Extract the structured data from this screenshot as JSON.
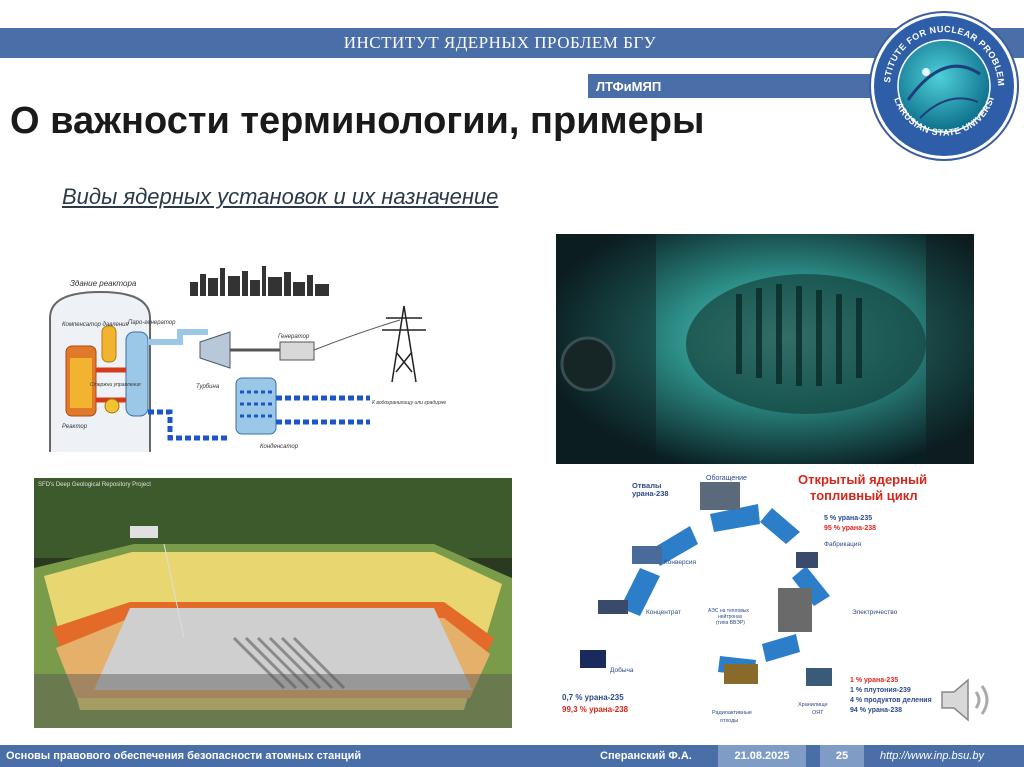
{
  "header": {
    "title": "ИНСТИТУТ ЯДЕРНЫХ ПРОБЛЕМ БГУ",
    "lab": "ЛТФиМЯП"
  },
  "logo": {
    "text_top": "INSTITUTE FOR NUCLEAR PROBLEMS",
    "text_bottom": "BELARUSIAN STATE UNIVERSITY"
  },
  "slide": {
    "title": "О важности терминологии, примеры",
    "subtitle": "Виды ядерных установок и их назначение"
  },
  "diagram_npp": {
    "labels": {
      "building": "Здание реактора",
      "compensator": "Компенсатор давления",
      "steam_gen": "Паро-генератор",
      "rods": "Стержни управления",
      "reactor": "Реактор",
      "turbine": "Турбина",
      "generator": "Генератор",
      "condenser": "Конденсатор",
      "cooling": "К водохранилищу или градирне"
    }
  },
  "repository": {
    "caption": "SFD's Deep Geological Repository Project"
  },
  "fuel_cycle": {
    "title_line1": "Открытый ядерный",
    "title_line2": "топливный цикл",
    "dumps_line1": "Отвалы",
    "dumps_line2": "урана-238",
    "enrichment": "Обогащение",
    "enr_235": "5 % урана-235",
    "enr_238": "95 % урана-238",
    "fabrication": "Фабрикация",
    "conversion": "Конверсия",
    "concentrate": "Концентрат",
    "npp_line1": "АЭС на тепловых",
    "npp_line2": "нейтронах",
    "npp_line3": "(типа ВВЭР)",
    "electricity": "Электричество",
    "mining": "Добыча",
    "ore_235": "0,7 % урана-235",
    "ore_238": "99,3 % урана-238",
    "waste_line1": "Радиоактивные",
    "waste_line2": "отходы",
    "storage_line1": "Хранилище",
    "storage_line2": "ОЯТ",
    "snf_1": "1 % урана-235",
    "snf_2": "1 % плутония-239",
    "snf_3": "4 % продуктов деления",
    "snf_4": "94 % урана-238"
  },
  "footer": {
    "course": "Основы правового обеспечения безопасности атомных станций",
    "author": "Сперанский Ф.А.",
    "date": "21.08.2025",
    "page": "25",
    "url": "http://www.inp.bsu.by"
  }
}
